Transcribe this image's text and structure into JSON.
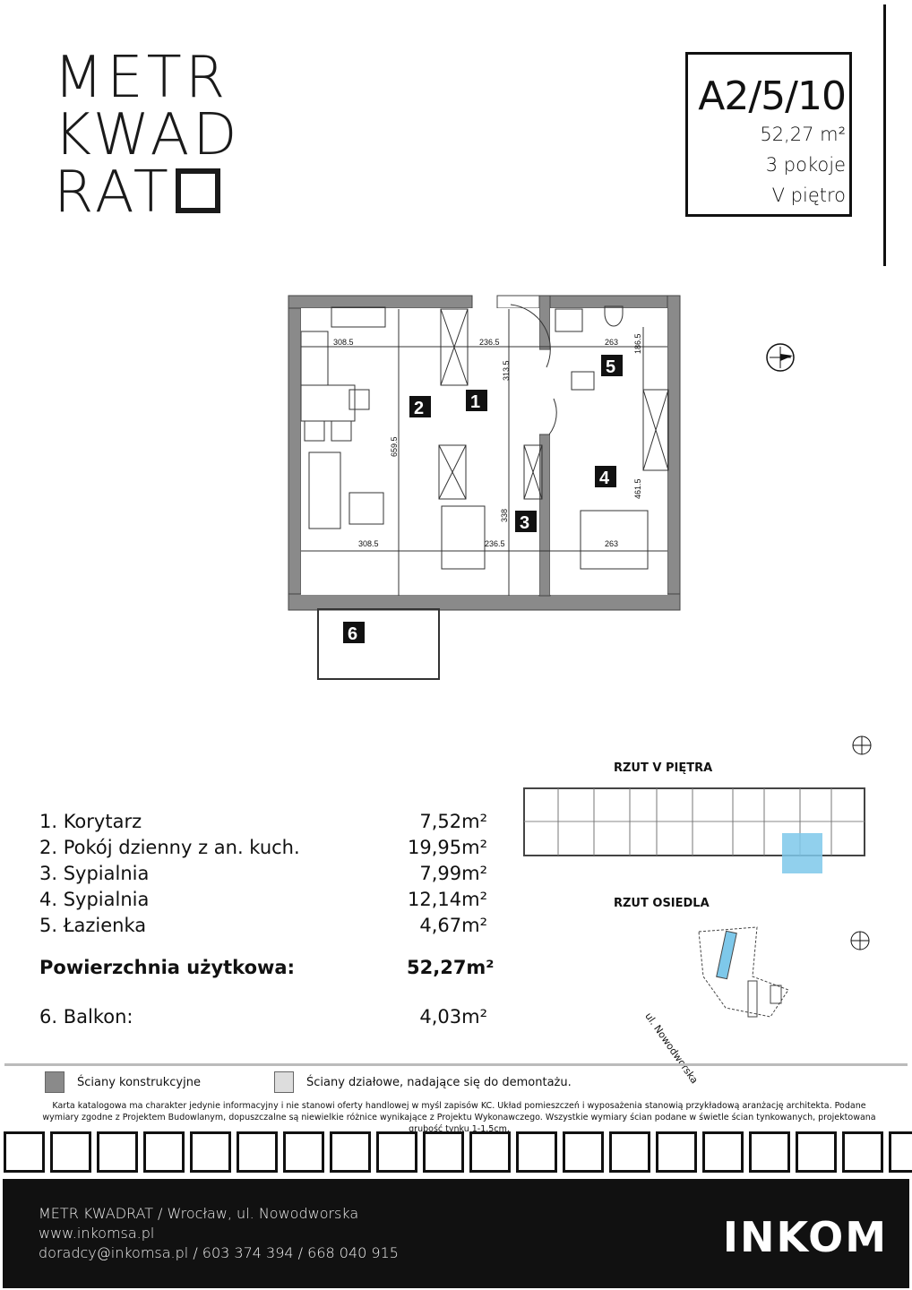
{
  "logo": {
    "line1": "METR",
    "line2": "KWAD",
    "line3": "RAT"
  },
  "unit": {
    "id": "A2/5/10",
    "area": "52,27 m²",
    "rooms": "3 pokoje",
    "floor": "V piętro"
  },
  "plan": {
    "room_numbers": [
      "1",
      "2",
      "3",
      "4",
      "5",
      "6"
    ],
    "dimensions": [
      "308.5",
      "236.5",
      "313.5",
      "263",
      "186.5",
      "659.5",
      "461.5",
      "338",
      "308.5",
      "236.5",
      "263"
    ]
  },
  "rooms": [
    {
      "label": "1. Korytarz",
      "area": "7,52m²"
    },
    {
      "label": "2. Pokój dzienny z an. kuch.",
      "area": "19,95m²"
    },
    {
      "label": "3. Sypialnia",
      "area": "7,99m²"
    },
    {
      "label": "4. Sypialnia",
      "area": "12,14m²"
    },
    {
      "label": "5. Łazienka",
      "area": "4,67m²"
    }
  ],
  "total": {
    "label": "Powierzchnia użytkowa:",
    "area": "52,27m²"
  },
  "balcony": {
    "label": "6. Balkon:",
    "area": "4,03m²"
  },
  "rzut_pietra": "RZUT V PIĘTRA",
  "rzut_osiedla": "RZUT OSIEDLA",
  "street": "ul. Nowodworska",
  "legend": {
    "structural": "Ściany konstrukcyjne",
    "partition": "Ściany działowe, nadające się do demontażu."
  },
  "disclaimer": "Karta katalogowa ma charakter jedynie informacyjny i nie stanowi oferty handlowej w myśl zapisów KC. Układ pomieszczeń i wyposażenia stanowią przykładową aranżację architekta. Podane wymiary zgodne z Projektem Budowlanym, dopuszczalne są niewielkie różnice wynikające z Projektu Wykonawczego. Wszystkie wymiary ścian podane w świetle ścian tynkowanych, projektowana grubość tynku 1-1,5cm.",
  "footer": {
    "line1": "METR KWADRAT / Wrocław, ul. Nowodworska",
    "line2": "www.inkomsa.pl",
    "line3": "doradcy@inkomsa.pl / 603 374 394 / 668 040 915",
    "brand": "INKOM"
  },
  "colors": {
    "highlight": "#7ec8ea",
    "wall": "#8a8a8a",
    "footer_bg": "#111111"
  }
}
